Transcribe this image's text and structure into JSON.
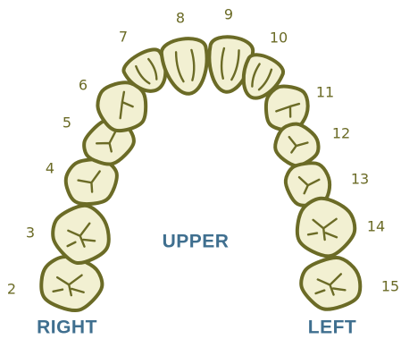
{
  "labels": {
    "upper": "UPPER",
    "right": "RIGHT",
    "left": "LEFT"
  },
  "colors": {
    "tooth_outline": "#6b6b26",
    "tooth_fill": "#f2f0d2",
    "number_text": "#6b6b26",
    "label_text": "#3f6f8f",
    "background": "#ffffff"
  },
  "teeth": [
    {
      "number": "2",
      "type": "molar"
    },
    {
      "number": "3",
      "type": "molar"
    },
    {
      "number": "4",
      "type": "premolar"
    },
    {
      "number": "5",
      "type": "premolar"
    },
    {
      "number": "6",
      "type": "canine"
    },
    {
      "number": "7",
      "type": "lateral-incisor"
    },
    {
      "number": "8",
      "type": "central-incisor"
    },
    {
      "number": "9",
      "type": "central-incisor"
    },
    {
      "number": "10",
      "type": "lateral-incisor"
    },
    {
      "number": "11",
      "type": "canine"
    },
    {
      "number": "12",
      "type": "premolar"
    },
    {
      "number": "13",
      "type": "premolar"
    },
    {
      "number": "14",
      "type": "molar"
    },
    {
      "number": "15",
      "type": "molar"
    }
  ]
}
